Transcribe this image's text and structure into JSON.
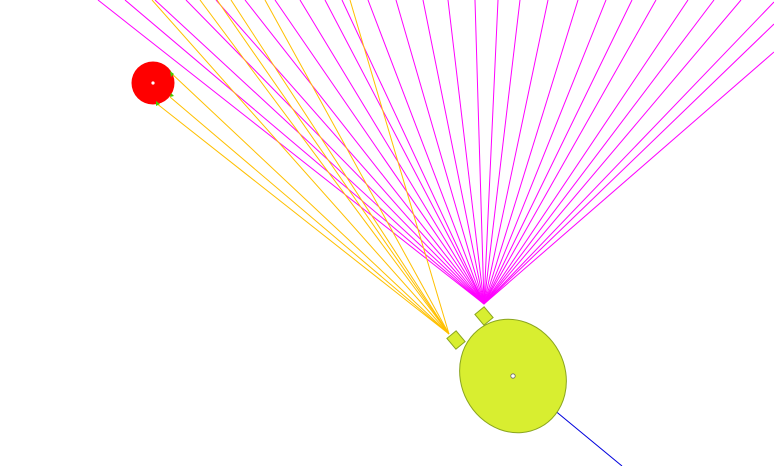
{
  "scene": {
    "background": "#ffffff",
    "colors": {
      "agent_body": "#d8ee30",
      "agent_outline": "#8aa51e",
      "sensor_rays": "#ff00ff",
      "target_rays": "#ffc000",
      "target": "#ff0000",
      "target_marker": "#44cc00",
      "heading_line": "#0000dd"
    },
    "elements": {
      "agent": "agent-body",
      "sensors": [
        "camera-sensor",
        "side-sensor"
      ],
      "target": "red-target",
      "heading": "heading-indicator"
    }
  }
}
